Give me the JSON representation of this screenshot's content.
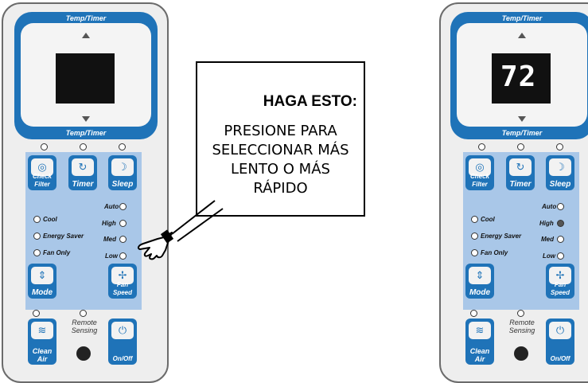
{
  "remote": {
    "display_label_top": "Temp/Timer",
    "display_label_bottom": "Temp/Timer",
    "buttons": {
      "check_filter": "Check Filter",
      "timer": "Timer",
      "sleep": "Sleep",
      "mode": "Mode",
      "fan_speed": "Fan Speed",
      "clean_air": "Clean Air",
      "on_off": "On/Off"
    },
    "mode_options": [
      "Cool",
      "Energy Saver",
      "Fan Only"
    ],
    "fan_options": [
      "Auto",
      "High",
      "Med",
      "Low"
    ],
    "remote_sensing": "Remote Sensing"
  },
  "right_remote": {
    "display_value": "72",
    "active_fan_option": "High"
  },
  "callout": {
    "title": "HAGA ESTO:",
    "body_lines": [
      "PRESIONE PARA",
      "SELECCIONAR MÁS",
      "LENTO O MÁS",
      "RÁPIDO"
    ]
  },
  "colors": {
    "accent_blue": "#1f73b8",
    "light_blue": "#a9c7e8",
    "panel_grey": "#eeeeee"
  },
  "icons": [
    "up-arrow-icon",
    "down-arrow-icon",
    "filter-icon",
    "timer-icon",
    "moon-icon",
    "mode-arrows-icon",
    "fan-icon",
    "clean-air-icon",
    "power-icon",
    "pointing-hand-icon"
  ]
}
